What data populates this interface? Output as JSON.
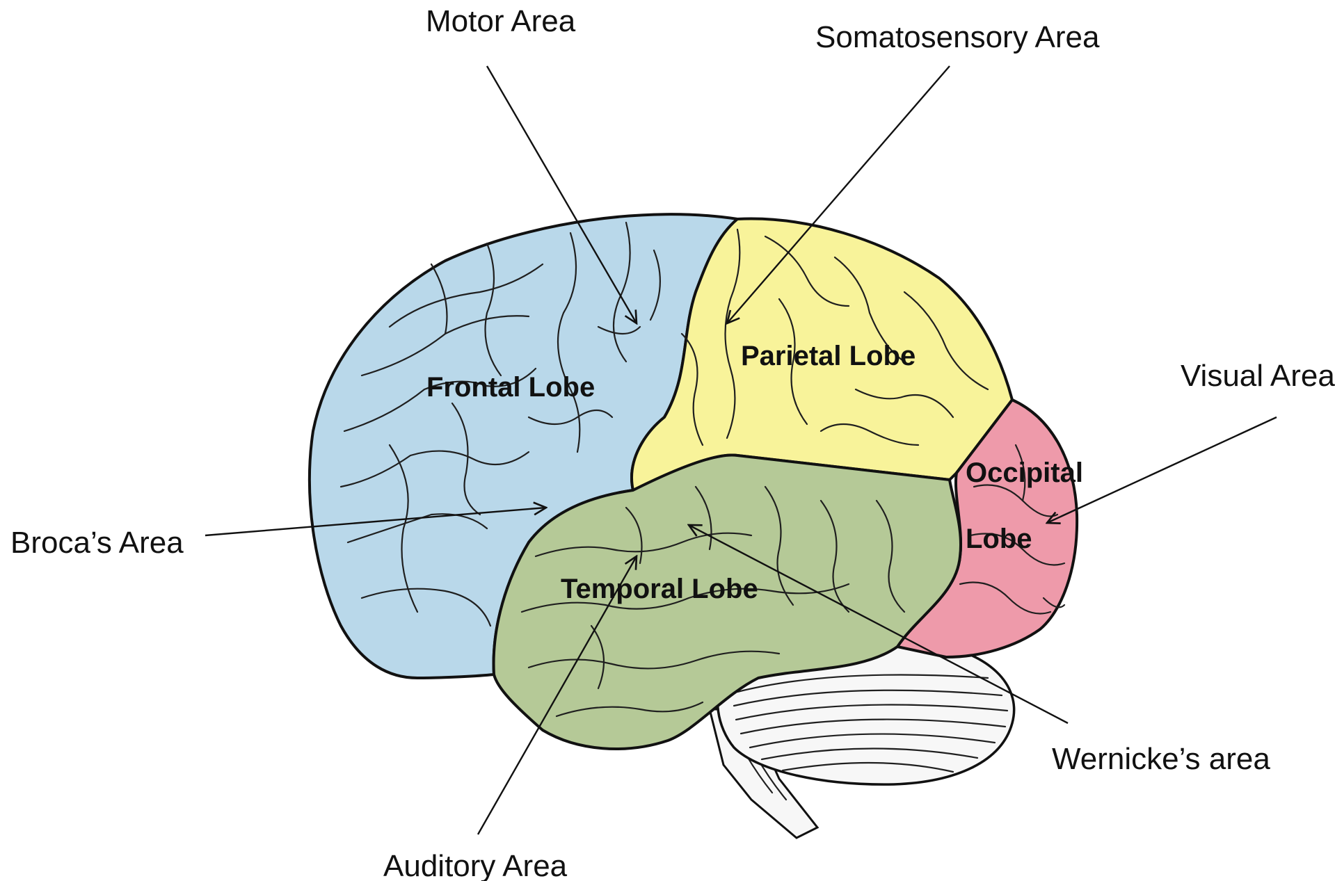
{
  "colors": {
    "frontal": "#b9d8ea",
    "parietal": "#f8f39a",
    "temporal": "#b5c997",
    "occipital": "#ee9aaa",
    "cerebellum": "#f7f7f7",
    "outline": "#111111"
  },
  "lobes": {
    "frontal": "Frontal Lobe",
    "parietal": "Parietal Lobe",
    "temporal": "Temporal Lobe",
    "occipital_line1": "Occipital",
    "occipital_line2": "Lobe"
  },
  "callouts": {
    "motor": "Motor Area",
    "somatosensory": "Somatosensory Area",
    "visual": "Visual Area",
    "broca": "Broca’s Area",
    "wernicke": "Wernicke’s area",
    "auditory": "Auditory Area"
  }
}
